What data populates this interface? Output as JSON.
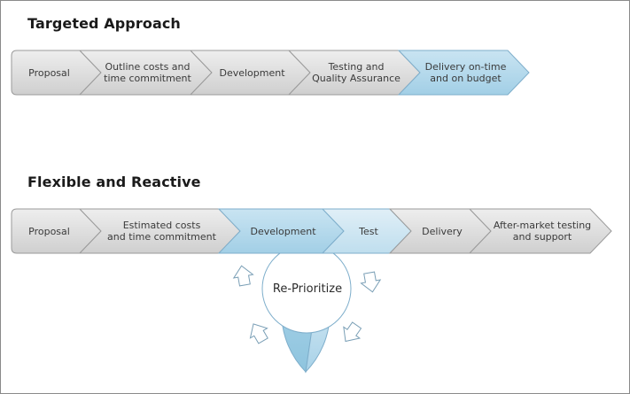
{
  "targeted": {
    "title": "Targeted Approach",
    "steps": [
      {
        "lines": [
          "Proposal"
        ],
        "highlight": false
      },
      {
        "lines": [
          "Outline costs and",
          "time commitment"
        ],
        "highlight": false
      },
      {
        "lines": [
          "Development"
        ],
        "highlight": false
      },
      {
        "lines": [
          "Testing and",
          "Quality Assurance"
        ],
        "highlight": false
      },
      {
        "lines": [
          "Delivery on-time",
          "and on budget"
        ],
        "highlight": true
      }
    ]
  },
  "flexible": {
    "title": "Flexible and Reactive",
    "steps": [
      {
        "lines": [
          "Proposal"
        ],
        "highlight": false
      },
      {
        "lines": [
          "Estimated costs",
          "and time commitment"
        ],
        "highlight": false
      },
      {
        "lines": [
          "Development"
        ],
        "highlight": true
      },
      {
        "lines": [
          "Test"
        ],
        "highlight": true
      },
      {
        "lines": [
          "Delivery"
        ],
        "highlight": false
      },
      {
        "lines": [
          "After-market testing",
          "and support"
        ],
        "highlight": false
      }
    ],
    "cycle_label": "Re-Prioritize"
  },
  "colors": {
    "grey_fill": "#dcdcdc",
    "grey_stroke": "#9a9a9a",
    "blue_fill": "#a9d3e8",
    "blue_stroke": "#7eaecb",
    "ring_light": "#e3f0f7",
    "ring_dark": "#8ec4de",
    "text": "#3a3a3a"
  }
}
